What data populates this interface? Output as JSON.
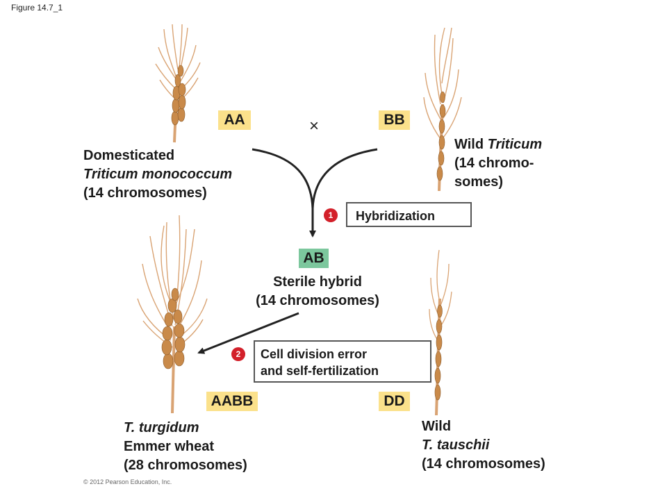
{
  "figure_label": "Figure 14.7_1",
  "copyright": "© 2012 Pearson Education, Inc.",
  "cross_symbol": "×",
  "genotypes": {
    "aa": "AA",
    "bb": "BB",
    "ab": "AB",
    "aabb": "AABB",
    "dd": "DD"
  },
  "plants": {
    "domesticated": {
      "line1": "Domesticated",
      "line2": "Triticum monococcum",
      "line3": "(14 chromosomes)"
    },
    "wild_triticum": {
      "line1_prefix": "Wild ",
      "line1_italic": "Triticum",
      "line2": "(14 chromo-",
      "line3": "somes)"
    },
    "hybrid": {
      "line1": "Sterile hybrid",
      "line2": "(14 chromosomes)"
    },
    "turgidum": {
      "line1": "T. turgidum",
      "line2": "Emmer wheat",
      "line3": "(28 chromosomes)"
    },
    "tauschii": {
      "line1": "Wild",
      "line2": "T. tauschii",
      "line3": "(14 chromosomes)"
    }
  },
  "steps": [
    {
      "number": "1",
      "label": "Hybridization"
    },
    {
      "number": "2",
      "line1": "Cell division error",
      "line2": "and self-fertilization"
    }
  ],
  "colors": {
    "genotype_yellow": "#fbe18b",
    "genotype_green": "#7cc79d",
    "step_badge": "#d3202a",
    "wheat_stem": "#d9a373",
    "wheat_grain": "#c98a4a"
  }
}
